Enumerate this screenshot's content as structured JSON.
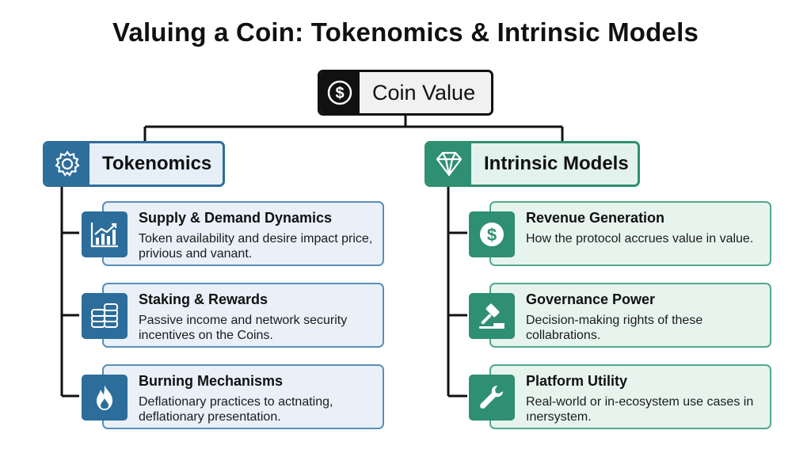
{
  "title": "Valuing a Coin: Tokenomics & Intrinsic Models",
  "root": {
    "label": "Coin Value",
    "icon": "dollar-coin-icon"
  },
  "colors": {
    "tokenomics": "#2e6e9c",
    "intrinsic": "#2f8f72",
    "root": "#111111"
  },
  "categories": [
    {
      "label": "Tokenomics",
      "icon": "gear-icon",
      "items": [
        {
          "title": "Supply & Demand Dynamics",
          "desc": "Token availability and desire impact price, privious and vanant.",
          "icon": "chart-growth-icon"
        },
        {
          "title": "Staking & Rewards",
          "desc": "Passive income and network security incentives on the Coins.",
          "icon": "coin-stack-icon"
        },
        {
          "title": "Burning Mechanisms",
          "desc": "Deflationary practices to actnating, deflationary presentation.",
          "icon": "flame-icon"
        }
      ]
    },
    {
      "label": "Intrinsic Models",
      "icon": "diamond-icon",
      "items": [
        {
          "title": "Revenue Generation",
          "desc": "How the protocol accrues value in value.",
          "icon": "dollar-circle-icon"
        },
        {
          "title": "Governance Power",
          "desc": "Decision-making rights of these collabrations.",
          "icon": "gavel-icon"
        },
        {
          "title": "Platform Utility",
          "desc": "Real-world or in-ecosystem use cases in ınersystem.",
          "icon": "wrench-icon"
        }
      ]
    }
  ]
}
